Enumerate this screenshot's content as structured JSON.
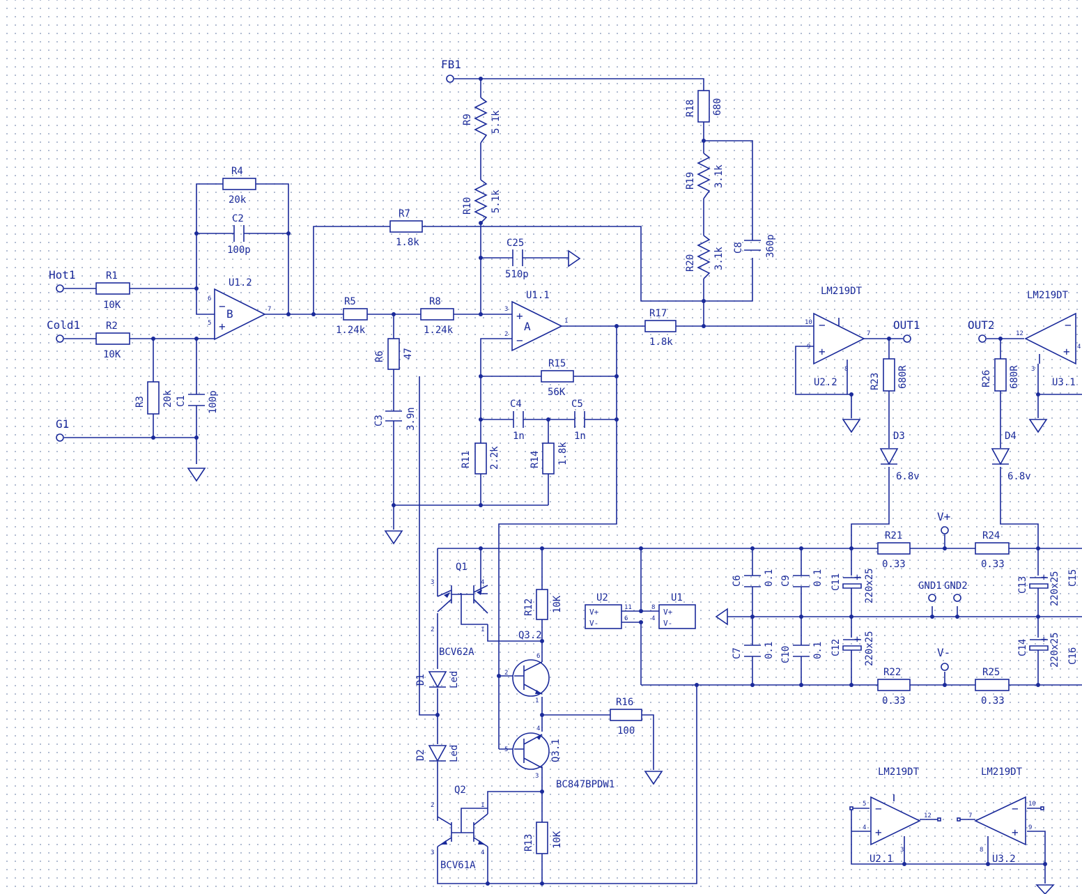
{
  "ports": {
    "hot1": "Hot1",
    "cold1": "Cold1",
    "g1": "G1",
    "fb1": "FB1",
    "out1": "OUT1",
    "out2": "OUT2",
    "vplus": "V+",
    "vminus": "V-",
    "gnd1": "GND1",
    "gnd2": "GND2"
  },
  "resistors": {
    "R1": {
      "ref": "R1",
      "val": "10K"
    },
    "R2": {
      "ref": "R2",
      "val": "10K"
    },
    "R3": {
      "ref": "R3",
      "val": "20k"
    },
    "R4": {
      "ref": "R4",
      "val": "20k"
    },
    "R5": {
      "ref": "R5",
      "val": "1.24k"
    },
    "R6": {
      "ref": "R6",
      "val": "47"
    },
    "R7": {
      "ref": "R7",
      "val": "1.8k"
    },
    "R8": {
      "ref": "R8",
      "val": "1.24k"
    },
    "R9": {
      "ref": "R9",
      "val": "5.1k"
    },
    "R10": {
      "ref": "R10",
      "val": "5.1k"
    },
    "R11": {
      "ref": "R11",
      "val": "2.2k"
    },
    "R12": {
      "ref": "R12",
      "val": "10K"
    },
    "R13": {
      "ref": "R13",
      "val": "10K"
    },
    "R14": {
      "ref": "R14",
      "val": "1.8k"
    },
    "R15": {
      "ref": "R15",
      "val": "56K"
    },
    "R16": {
      "ref": "R16",
      "val": "100"
    },
    "R17": {
      "ref": "R17",
      "val": "1.8k"
    },
    "R18": {
      "ref": "R18",
      "val": "680"
    },
    "R19": {
      "ref": "R19",
      "val": "3.1k"
    },
    "R20": {
      "ref": "R20",
      "val": "3.1k"
    },
    "R21": {
      "ref": "R21",
      "val": "0.33"
    },
    "R22": {
      "ref": "R22",
      "val": "0.33"
    },
    "R23": {
      "ref": "R23",
      "val": "680R"
    },
    "R24": {
      "ref": "R24",
      "val": "0.33"
    },
    "R25": {
      "ref": "R25",
      "val": "0.33"
    },
    "R26": {
      "ref": "R26",
      "val": "680R"
    }
  },
  "capacitors": {
    "C1": {
      "ref": "C1",
      "val": "100p"
    },
    "C2": {
      "ref": "C2",
      "val": "100p"
    },
    "C3": {
      "ref": "C3",
      "val": "3.9n"
    },
    "C4": {
      "ref": "C4",
      "val": "1n"
    },
    "C5": {
      "ref": "C5",
      "val": "1n"
    },
    "C6": {
      "ref": "C6",
      "val": "0.1"
    },
    "C7": {
      "ref": "C7",
      "val": "0.1"
    },
    "C8": {
      "ref": "C8",
      "val": "360p"
    },
    "C9": {
      "ref": "C9",
      "val": "0.1"
    },
    "C10": {
      "ref": "C10",
      "val": "0.1"
    },
    "C11": {
      "ref": "C11",
      "val": "220x25"
    },
    "C12": {
      "ref": "C12",
      "val": "220x25"
    },
    "C13": {
      "ref": "C13",
      "val": "220x25"
    },
    "C14": {
      "ref": "C14",
      "val": "220x25"
    },
    "C15": {
      "ref": "C15",
      "val": ""
    },
    "C16": {
      "ref": "C16",
      "val": ""
    },
    "C25": {
      "ref": "C25",
      "val": "510p"
    }
  },
  "opamps": {
    "U1_2": {
      "ref": "U1.2",
      "letter": "B"
    },
    "U1_1": {
      "ref": "U1.1",
      "letter": "A"
    },
    "U2_2": {
      "ref": "U2.2",
      "part": "LM219DT"
    },
    "U3_1": {
      "ref": "U3.1",
      "part": "LM219DT"
    },
    "U2_1": {
      "ref": "U2.1",
      "part": "LM219DT"
    },
    "U3_2": {
      "ref": "U3.2",
      "part": "LM219DT"
    },
    "U1": {
      "ref": "U1",
      "vp": "V+",
      "vm": "V-"
    },
    "U2": {
      "ref": "U2",
      "vp": "V+",
      "vm": "V-"
    }
  },
  "transistors": {
    "Q1": {
      "ref": "Q1",
      "part": "BCV62A"
    },
    "Q2": {
      "ref": "Q2",
      "part": "BCV61A"
    },
    "Q3_2": {
      "ref": "Q3.2"
    },
    "Q3_1": {
      "ref": "Q3.1",
      "part": "BC847BPDW1"
    }
  },
  "diodes": {
    "D1": {
      "ref": "D1",
      "val": "Led"
    },
    "D2": {
      "ref": "D2",
      "val": "Led"
    },
    "D3": {
      "ref": "D3",
      "val": "6.8v"
    },
    "D4": {
      "ref": "D4",
      "val": "6.8v"
    }
  },
  "pins": {
    "p1": "1",
    "p2": "2",
    "p3": "3",
    "p4": "4",
    "p5": "5",
    "p6": "6",
    "p7": "7",
    "p8": "8",
    "p9": "9",
    "p10": "10",
    "p11": "11",
    "p12": "12"
  },
  "colors": {
    "wire": "#1a2a9a",
    "grid": "#9aa8c4",
    "background": "#ffffff"
  }
}
